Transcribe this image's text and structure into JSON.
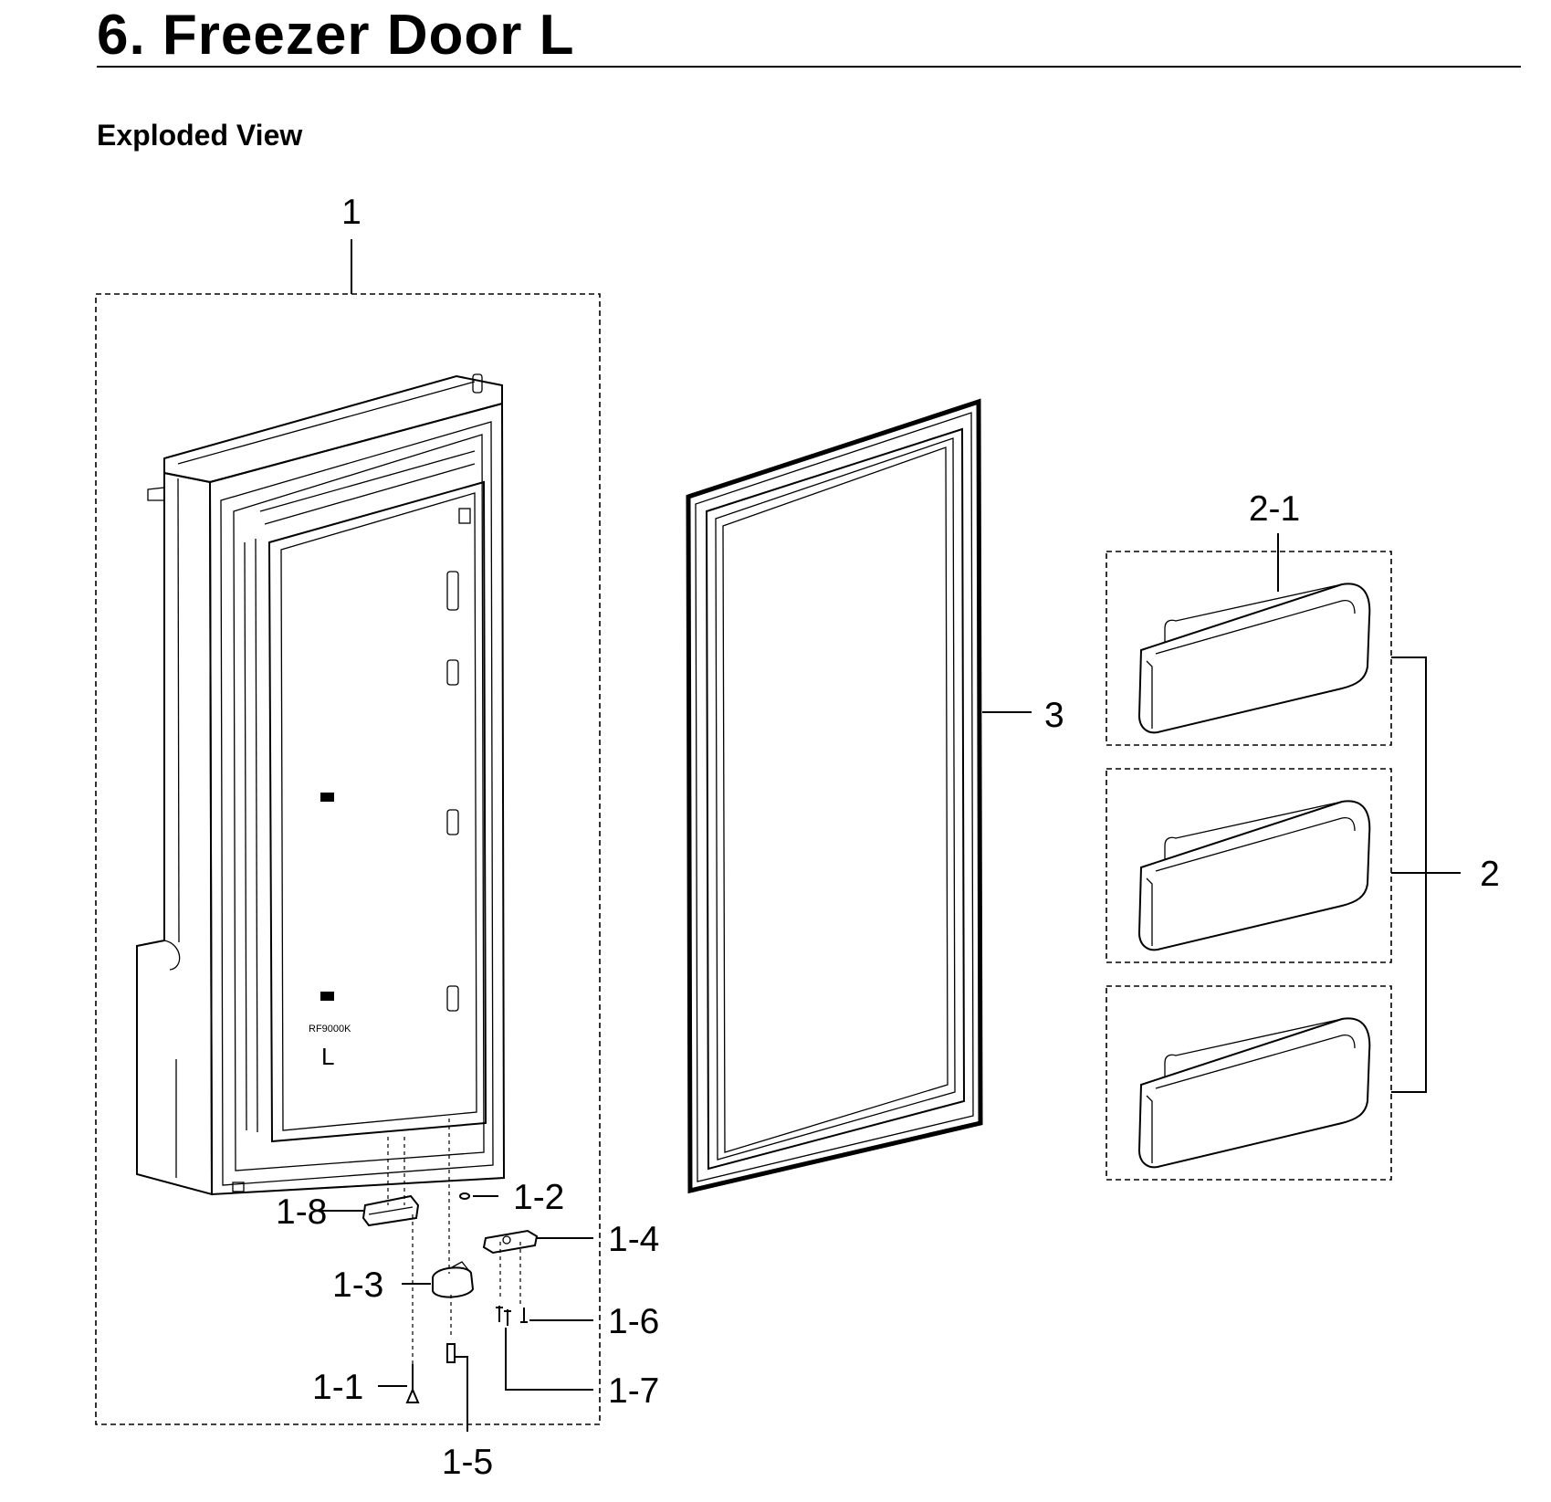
{
  "page": {
    "title": "6.  Freezer Door L",
    "subtitle": "Exploded View"
  },
  "door": {
    "stamp_model": "RF9000K",
    "stamp_side": "L"
  },
  "callouts": {
    "c1": "1",
    "c1_1": "1-1",
    "c1_2": "1-2",
    "c1_3": "1-3",
    "c1_4": "1-4",
    "c1_5": "1-5",
    "c1_6": "1-6",
    "c1_7": "1-7",
    "c1_8": "1-8",
    "c2": "2",
    "c2_1": "2-1",
    "c3": "3"
  },
  "icons": [
    "door-assembly",
    "door-gasket",
    "door-bin",
    "hinge",
    "screw",
    "washer",
    "bracket"
  ]
}
